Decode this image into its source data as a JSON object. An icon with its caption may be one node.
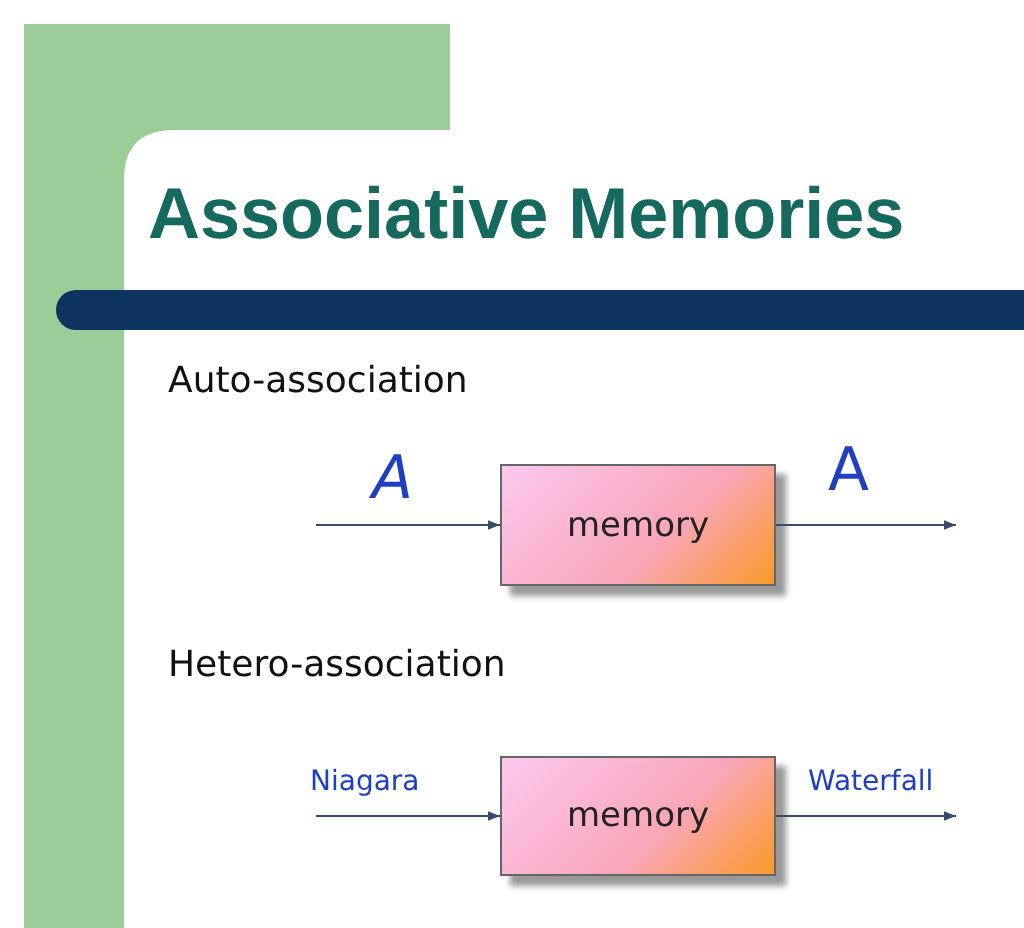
{
  "diagram": {
    "title": "Associative Memories",
    "nodes": [
      {
        "text": [
          "memory"
        ]
      },
      {
        "text": [
          "memory"
        ]
      }
    ],
    "edges": [
      {
        "from": null,
        "to": 0,
        "arrow": "to",
        "label": "A"
      },
      {
        "from": 0,
        "to": null,
        "arrow": "to",
        "label": "A"
      },
      {
        "from": null,
        "to": 1,
        "arrow": "to",
        "label": "Niagara"
      },
      {
        "from": 1,
        "to": null,
        "arrow": "to",
        "label": "Waterfall"
      }
    ],
    "labels": [
      "Auto-association",
      "Hetero-association"
    ]
  }
}
